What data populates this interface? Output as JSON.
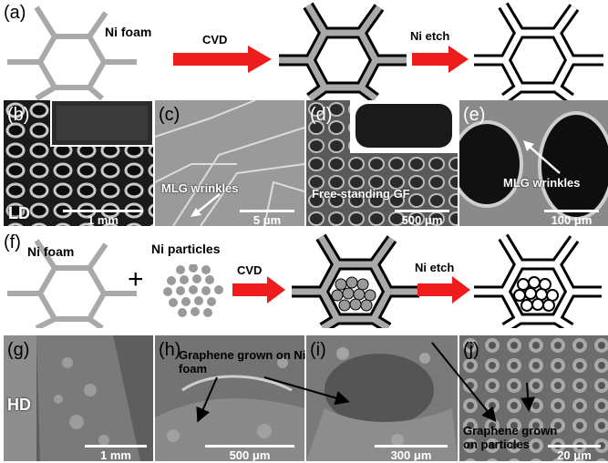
{
  "figure": {
    "panels": {
      "a": "(a)",
      "b": "(b)",
      "c": "(c)",
      "d": "(d)",
      "e": "(e)",
      "f": "(f)",
      "g": "(g)",
      "h": "(h)",
      "i": "(i)",
      "j": "(j)"
    },
    "row1": {
      "ni_foam": "Ni foam",
      "cvd": "CVD",
      "ni_etch": "Ni etch"
    },
    "row2": {
      "ld": "LD",
      "scale_b": "1 mm",
      "mlg_wrinkles_c": "MLG wrinkles",
      "scale_c": "5 μm",
      "free_standing_gf": "Free-standing GF",
      "scale_d": "500 μm",
      "mlg_wrinkles_e": "MLG wrinkles",
      "scale_e": "100 μm"
    },
    "row3": {
      "ni_foam": "Ni foam",
      "plus": "+",
      "ni_particles": "Ni particles",
      "cvd": "CVD",
      "ni_etch": "Ni etch"
    },
    "row4": {
      "hd": "HD",
      "scale_g": "1 mm",
      "graphene_ni_foam": "Graphene grown on Ni foam",
      "scale_h": "500 μm",
      "scale_i": "300 μm",
      "graphene_particles": "Graphene grown on particles",
      "scale_j": "20 μm"
    }
  },
  "colors": {
    "arrow": "#ee1c1c",
    "foam_gray": "#a9a9a9",
    "sem_background": "#555555"
  }
}
